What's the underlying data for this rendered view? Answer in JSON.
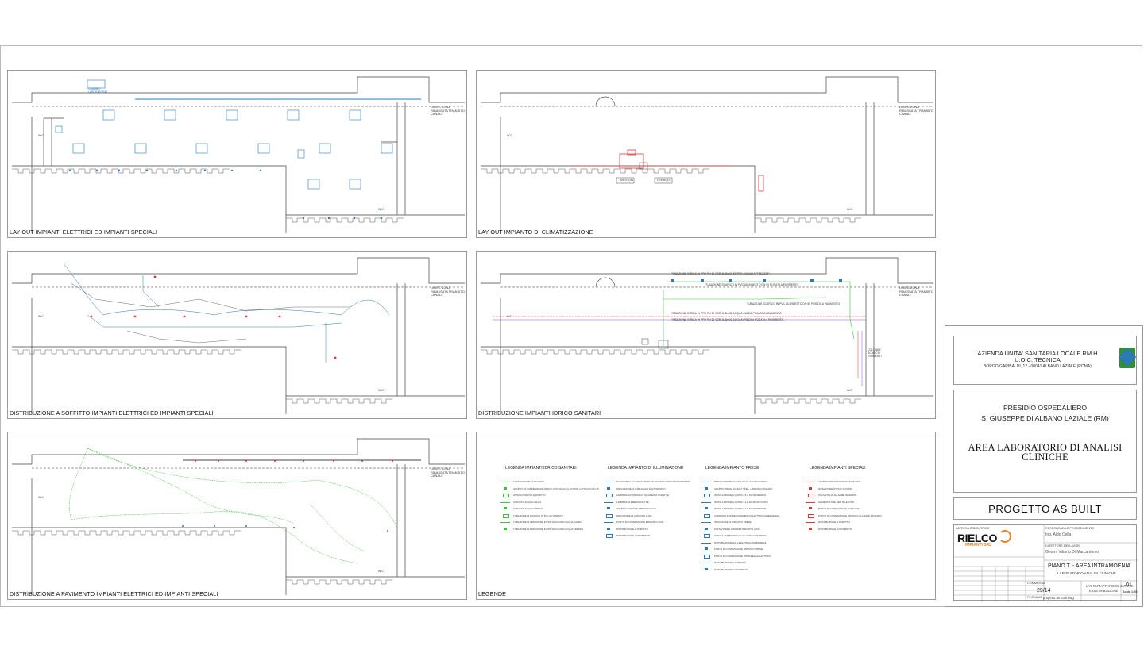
{
  "panels": [
    {
      "title": "LAY OUT IMPIANTI ELETTRICI ED IMPIANTI SPECIALI"
    },
    {
      "title": "LAY OUT IMPIANTO DI CLIMATIZZAZIONE"
    },
    {
      "title": "DISTRIBUZIONE A SOFFITTO IMPIANTI ELETTRICI ED IMPIANTI SPECIALI"
    },
    {
      "title": "DISTRIBUZIONE IMPIANTI IDRICO SANITARI"
    },
    {
      "title": "DISTRIBUZIONE A PAVIMENTO IMPIANTI ELETTRICI ED IMPIANTI SPECIALI"
    },
    {
      "title": "LEGENDE"
    }
  ],
  "plan_labels": {
    "zone_limit": "LIMITE ZONA RIBASSATA TRANSITO CANALI",
    "wc": "W.C.",
    "quadro": "QUADRO LABORATORIO",
    "ariston": "ARISTON",
    "ferroli": "FERROLI",
    "colonne": "COLONNE SCARICHI ESISTENTI",
    "pipe_1": "TUBAZIONE IDRICA IN PPR PN 10 SDR 11 De 20 ENTRO CANALI ATTREZZATI",
    "pipe_2": "TUBAZIONE SCARICO IN PVC AD INNESTO DN 50 POSATA A PAVIMENTO",
    "pipe_3": "TUBAZIONE SCARICO IN PVC AD INNESTO DN 50 POSATA A PAVIMENTO",
    "pipe_4": "TUBAZIONE IDRICA IN PPR PN 10 SDR 11 De 32 ACQUA CALDA POSATA A PAVIMENTO",
    "pipe_5": "TUBAZIONE IDRICA IN PPR PN 10 SDR 11 De 32 ACQUA FREDDA POSATA A PAVIMENTO"
  },
  "legend": {
    "col1": {
      "title": "LEGENDA IMPIANTI IDRICO SANITARI",
      "items": [
        "CONNESSIONE DI SCARICO",
        "GRUPPO DI CONNESSIONE IDRICO CON VALVOLA DI STOP A ATTACCO DN 15",
        "ATTACCO IDRICO E RUBITTO",
        "CIRCUITO ACQUA CALDA",
        "CIRCUITO ACQUA FREDDA",
        "TUBAZIONE DI SCARICO IN PVC AD INNESTO",
        "TUBAZIONE DI ADDUZIONE IN PPR RACCORDI ACQUA CALDA",
        "TUBAZIONE DI ADDUZIONE IN PPR RACCORDI ACQUA FREDDA"
      ]
    },
    "col2": {
      "title": "LEGENDA IMPIANTO DI ILLUMINAZIONE",
      "items": [
        "PLAFONIERA FLUORESCENTE AD INCASSO OTTICA DIFFONDENTE",
        "INDICAZIONE DI CABLAGGIO ELETTRONICO",
        "LAMPADA AUTONOMA DI SICUREZZA 1X11W SE",
        "LAMPADA DI EMERGENZA SE",
        "GRUPPO COMANDI IMPIANTO LUCE",
        "INDICATORE DI CIRCUITO LUCE",
        "PUNTO DI CONNESSIONE IMPIANTO LUCE",
        "DISTRIBUZIONE A SOFFITTO",
        "DISTRIBUZIONE A PAVIMENTO"
      ]
    },
    "col3": {
      "title": "LEGENDA IMPIANTO PRESE",
      "items": [
        "PRESA INTERBLOCCATA 2x16A+T CON FUSIBILE",
        "GRUPPO PRESE 2x16A+T UNEL + BIPASSO ITALIANA",
        "INSTALLAZIONE A QUOTA 1.5 H DA PAVIMENTO",
        "INSTALLAZIONE A QUOTA 1.2 H DA PIANO FINITO",
        "INSTALLAZIONE A QUOTA 0.4 H DA PAVIMENTO",
        "COMANDO PER SEZIONAMENTO ELETTRICO EMERGENZA",
        "INDICATORE DI CIRCUITO PRESE",
        "PULSANTIERA COMANDI IMPIANTO LUCE",
        "CANALE ATTREZZATO IN ALLUMINIO ESTRUSO",
        "DISTRIBUZIONE DALL'ELETTRICA TAPPARELLE",
        "PUNTO DI CONNESSIONE IMPIANTO PRESE",
        "PUNTO DI CONNESSIONE TAPPARELLA ELETTRICA",
        "DISTRIBUZIONE A SOFFITTO",
        "DISTRIBUZIONE A PAVIMENTO"
      ]
    },
    "col4": {
      "title": "LEGENDA IMPIANTI SPECIALI",
      "items": [
        "GRUPPO PRESE TRASMISSIONE DATI",
        "RIVELATORE OTTICO DI FUMO",
        "PULSANTE DI ALLARME INCENDIO",
        "ALIMENTATORE PER TELEFONO",
        "PUNTO DI CONNESSIONE FONIA DATI",
        "PUNTO DI CONNESSIONE IMPIANTO ALLARME INCENDIO",
        "DISTRIBUZIONE A SOFFITTO",
        "DISTRIBUZIONE A PAVIMENTO"
      ]
    }
  },
  "title_block": {
    "org_line1": "AZIENDA UNITA' SANITARIA LOCALE RM H",
    "org_line2": "U.O.C. TECNICA",
    "org_address": "BORGO GARIBALDI, 12 - 00041 ALBANO LAZIALE (ROMA)",
    "org_logo": "ASL RMH",
    "presidio_line1": "PRESIDIO OSPEDALIERO",
    "presidio_line2": "S. GIUSEPPE DI ALBANO LAZIALE (RM)",
    "area_line1": "AREA LABORATORIO DI ANALISI",
    "area_line2": "CLINICHE",
    "project": "PROGETTO AS BUILT",
    "impresa_label": "IMPRESA ESECUTRICE",
    "company_name": "RIELCO",
    "company_sub": "IMPIANTI SRL",
    "resp_label": "RESPONSABILE PROCEDIMENTO",
    "resp_name": "Ing. Aldo Cella",
    "dir_label": "DIRETTORE DEI LAVORI",
    "dir_name": "Geom. Vittorio Di Marcantonio",
    "floor": "PIANO T. - AREA INTRAMOENIA",
    "floor_sub": "LABORATORIO ANALISI CLINICHE",
    "commessa_label": "COMMESSA",
    "commessa": "29/14",
    "desc_line1": "LAY OUT APPARECCHIATURE",
    "desc_line2": "E DISTRIBUZIONE",
    "sheet_no": "01",
    "scale": "Scala 1:50",
    "filename_label": "FILENAME",
    "filename": "progetto as built.dwg"
  }
}
